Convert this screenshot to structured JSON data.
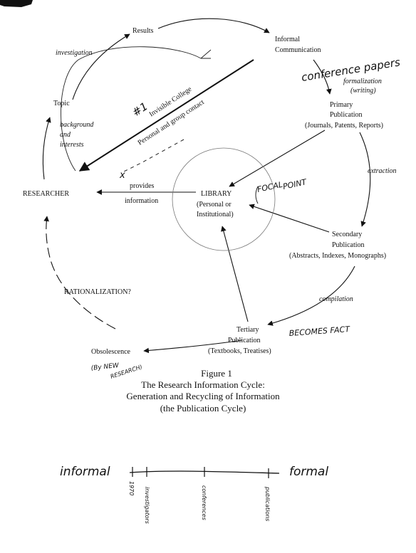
{
  "nodes": {
    "results": "Results",
    "informal_comm_1": "Informal",
    "informal_comm_2": "Communication",
    "formalization": "formalization",
    "writing": "(writing)",
    "primary_1": "Primary",
    "primary_2": "Publication",
    "primary_3": "(Journals, Patents, Reports)",
    "extraction": "extraction",
    "secondary_1": "Secondary",
    "secondary_2": "Publication",
    "secondary_3": "(Abstracts, Indexes, Monographs)",
    "compilation": "compilation",
    "tertiary_1": "Tertiary",
    "tertiary_2": "Publication",
    "tertiary_3": "(Textbooks, Treatises)",
    "obsolescence": "Obsolescence",
    "rationalization": "RATIONALIZATION?",
    "researcher": "RESEARCHER",
    "topic": "Topic",
    "background_1": "background",
    "background_2": "and",
    "background_3": "interests",
    "investigation": "investigation",
    "invisible_college": "Invisible College",
    "personal_contact": "Personal and group contact",
    "library_1": "LIBRARY",
    "library_2": "(Personal or",
    "library_3": "Institutional)",
    "provides": "provides",
    "information": "information"
  },
  "handwritten": {
    "conference_papers": "conference papers",
    "number_one": "#1",
    "focal_point_1": "FOCAL",
    "focal_point_2": "POINT",
    "becomes_fact": "BECOMES FACT",
    "by_new_research_1": "(By NEW",
    "by_new_research_2": "RESEARCH)",
    "informal": "informal",
    "formal": "formal"
  },
  "caption": {
    "line1": "Figure 1",
    "line2": "The Research Information Cycle:",
    "line3": "Generation and Recycling of Information",
    "line4": "(the Publication Cycle)"
  },
  "timeline_ticks": [
    "1970",
    "investigators",
    "conferences",
    "publications"
  ]
}
